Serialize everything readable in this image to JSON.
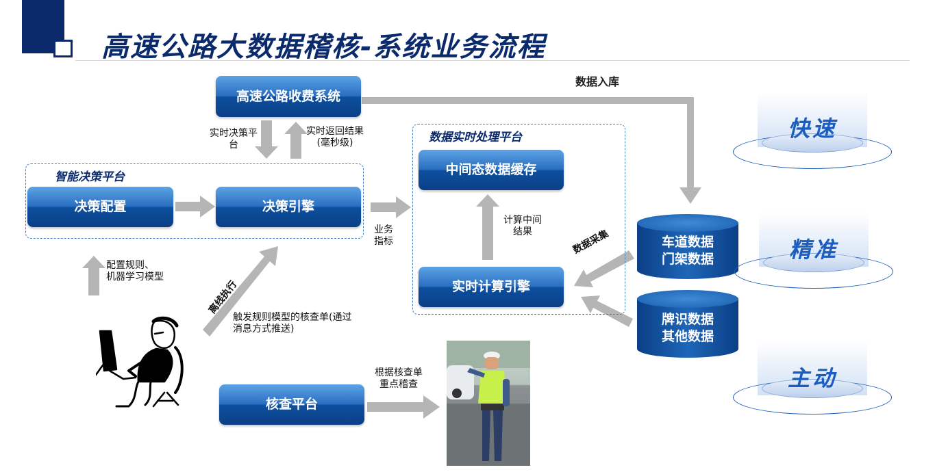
{
  "title": "高速公路大数据稽核-系统业务流程",
  "boxes": {
    "toll_system": "高速公路收费系统",
    "decision_config": "决策配置",
    "decision_engine": "决策引擎",
    "intermediate_cache": "中间态数据缓存",
    "realtime_engine": "实时计算引擎",
    "verify_platform": "核查平台"
  },
  "platforms": {
    "decision_platform": "智能决策平台",
    "realtime_platform": "数据实时处理平台"
  },
  "labels": {
    "realtime_decision_1": "实时决策平",
    "realtime_decision_2": "台",
    "realtime_return_1": "实时返回结果",
    "realtime_return_2": "(毫秒级)",
    "data_in": "数据入库",
    "biz_indicator_1": "业务",
    "biz_indicator_2": "指标",
    "calc_intermediate_1": "计算中间",
    "calc_intermediate_2": "结果",
    "data_collect": "数据采集",
    "config_rules_1": "配置规则、",
    "config_rules_2": "机器学习模型",
    "offline_exec": "离线执行",
    "trigger_1": "触发规则模型的核查单(通过",
    "trigger_2": "消息方式推送)",
    "check_1": "根据核查单",
    "check_2": "重点稽查"
  },
  "databases": {
    "lane_1": "车道数据",
    "lane_2": "门架数据",
    "plate_1": "牌识数据",
    "plate_2": "其他数据"
  },
  "features": [
    "快速",
    "精准",
    "主动"
  ],
  "colors": {
    "title": "#0b2a6b",
    "box_dark": "#0b3f86",
    "box_light": "#5ba3e6",
    "arrow": "#b5b5b5",
    "feature_text": "#1b5ec0"
  }
}
